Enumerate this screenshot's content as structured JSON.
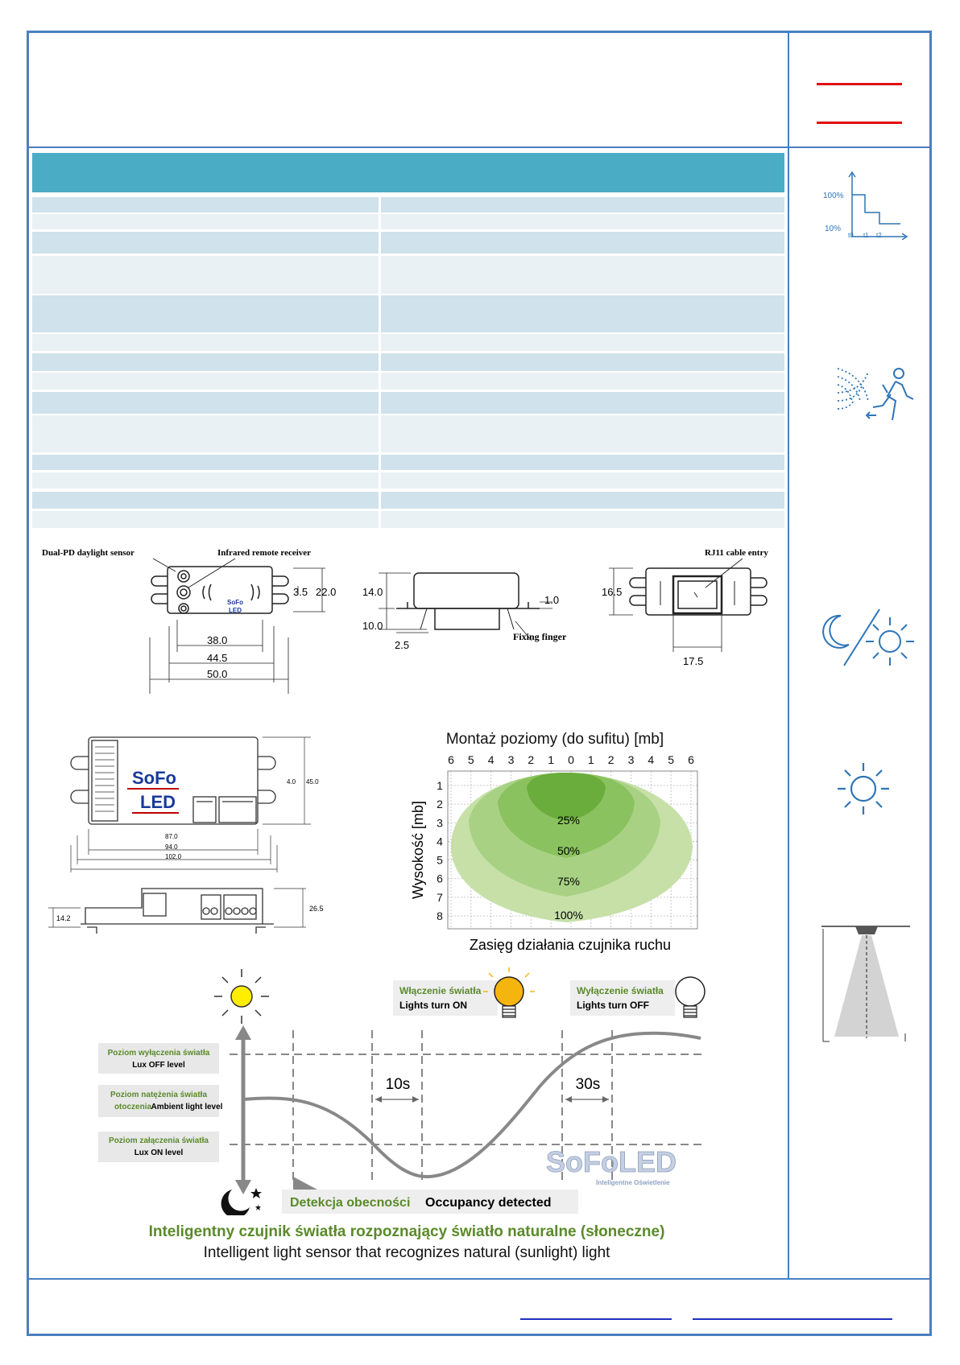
{
  "colors": {
    "frame": "#4a7fc1",
    "header_bar": "#4bacc6",
    "accent_red": "#e01010",
    "icon_blue": "#2e75b6",
    "green_text": "#5a8a2a"
  },
  "dimension_drawings": {
    "top": {
      "label_pd": "Dual-PD daylight sensor",
      "label_ir": "Infrared remote receiver",
      "logo_top": "SoFo",
      "logo_bottom": "LED",
      "dims": [
        "3.5",
        "22.0",
        "38.0",
        "44.5",
        "50.0"
      ]
    },
    "side": {
      "dims": [
        "14.0",
        "10.0",
        "2.5",
        "1.0"
      ],
      "label_finger": "Fixing finger"
    },
    "back": {
      "label_rj11": "RJ11 cable entry",
      "dims": [
        "16.5",
        "17.5"
      ]
    },
    "module": {
      "logo_top": "SoFo",
      "logo_bottom": "LED",
      "dims": [
        "4.0",
        "45.0",
        "87.0",
        "94.0",
        "102.0",
        "14.2",
        "26.5"
      ]
    }
  },
  "detection_chart": {
    "title": "Montaż poziomy (do sufitu) [mb]",
    "x_ticks": [
      "6",
      "5",
      "4",
      "3",
      "2",
      "1",
      "0",
      "1",
      "2",
      "3",
      "4",
      "5",
      "6"
    ],
    "y_label": "Wysokość [mb]",
    "y_ticks": [
      "1",
      "2",
      "3",
      "4",
      "5",
      "6",
      "7",
      "8"
    ],
    "zones": [
      "25%",
      "50%",
      "75%",
      "100%"
    ],
    "footer": "Zasięg działania czujnika ruchu"
  },
  "daylight_diagram": {
    "lights_on_pl": "Włączenie światła",
    "lights_on_en": "Lights turn ON",
    "lights_off_pl": "Wyłączenie światła",
    "lights_off_en": "Lights turn OFF",
    "lux_off_pl": "Poziom wyłączenia światła",
    "lux_off_en": "Lux OFF level",
    "ambient_pl_1": "Poziom natężenia światła",
    "ambient_pl_2": "otoczenia",
    "ambient_en": "Ambient light level",
    "lux_on_pl": "Poziom załączenia światła",
    "lux_on_en": "Lux ON level",
    "delay_1": "10s",
    "delay_2": "30s",
    "occupancy_pl": "Detekcja obecności",
    "occupancy_en": "Occupancy detected",
    "watermark": "SoFoLED",
    "watermark_sub": "Inteligentne Oświetlenie",
    "caption_pl": "Inteligentny czujnik światła rozpoznający światło naturalne (słoneczne)",
    "caption_en": "Intelligent light sensor that recognizes natural (sunlight) light"
  },
  "side_icons": {
    "dim_graph": {
      "top": "100%",
      "bottom": "10%",
      "t0": "t0",
      "t1": "t1",
      "t2": "t2"
    },
    "icons": [
      "dimming-profile-icon",
      "motion-sensor-icon",
      "day-night-icon",
      "sun-icon",
      "ceiling-sensor-icon"
    ]
  }
}
